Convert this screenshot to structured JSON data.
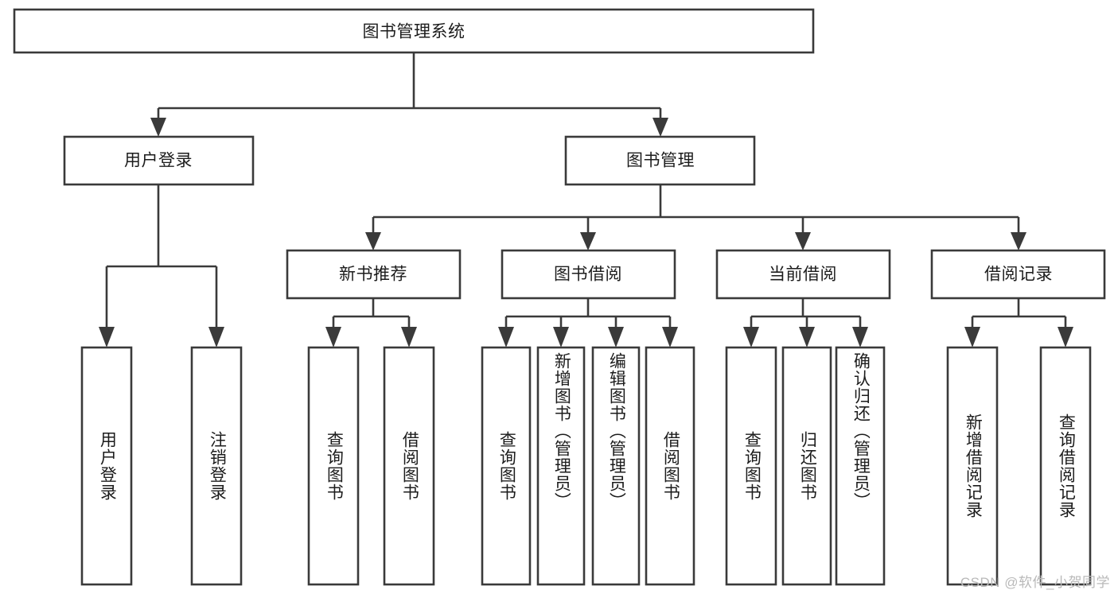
{
  "diagram": {
    "title": "图书管理系统",
    "type": "hierarchy-tree",
    "root": {
      "id": "root",
      "label": "图书管理系统"
    },
    "level2": [
      {
        "id": "user-login",
        "label": "用户登录"
      },
      {
        "id": "book-manage",
        "label": "图书管理"
      }
    ],
    "level3": [
      {
        "id": "new-book-rec",
        "label": "新书推荐",
        "parent": "book-manage"
      },
      {
        "id": "book-borrow",
        "label": "图书借阅",
        "parent": "book-manage"
      },
      {
        "id": "current-borrow",
        "label": "当前借阅",
        "parent": "book-manage"
      },
      {
        "id": "borrow-record",
        "label": "借阅记录",
        "parent": "book-manage"
      }
    ],
    "leaves": [
      {
        "id": "leaf-user-login",
        "label": "用户登录",
        "parent": "user-login"
      },
      {
        "id": "leaf-logout",
        "label": "注销登录",
        "parent": "user-login"
      },
      {
        "id": "leaf-query-book-1",
        "label": "查询图书",
        "parent": "new-book-rec"
      },
      {
        "id": "leaf-borrow-book-1",
        "label": "借阅图书",
        "parent": "new-book-rec"
      },
      {
        "id": "leaf-query-book-2",
        "label": "查询图书",
        "parent": "book-borrow"
      },
      {
        "id": "leaf-add-book",
        "label": "新增图书（管理员）",
        "parent": "book-borrow"
      },
      {
        "id": "leaf-edit-book",
        "label": "编辑图书（管理员）",
        "parent": "book-borrow"
      },
      {
        "id": "leaf-borrow-book-2",
        "label": "借阅图书",
        "parent": "book-borrow"
      },
      {
        "id": "leaf-query-book-3",
        "label": "查询图书",
        "parent": "current-borrow"
      },
      {
        "id": "leaf-return-book",
        "label": "归还图书",
        "parent": "current-borrow"
      },
      {
        "id": "leaf-confirm-return",
        "label": "确认归还（管理员）",
        "parent": "current-borrow"
      },
      {
        "id": "leaf-add-record",
        "label": "新增借阅记录",
        "parent": "borrow-record"
      },
      {
        "id": "leaf-query-record",
        "label": "查询借阅记录",
        "parent": "borrow-record"
      }
    ],
    "colors": {
      "stroke": "#3a3a3a",
      "fill": "#ffffff",
      "text": "#1c1c1c",
      "watermark": "#b9b9b9"
    }
  },
  "watermark": {
    "text": "CSDN @软件_小贺同学"
  }
}
